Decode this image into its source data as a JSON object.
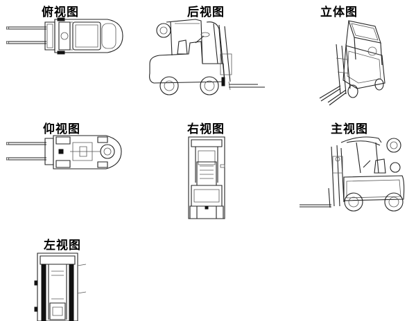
{
  "views": {
    "top": {
      "label": "俯视图"
    },
    "rear": {
      "label": "后视图"
    },
    "iso": {
      "label": "立体图"
    },
    "bottom": {
      "label": "仰视图"
    },
    "right": {
      "label": "右视图"
    },
    "front": {
      "label": "主视图"
    },
    "left": {
      "label": "左视图"
    }
  },
  "colors": {
    "line": "#222222",
    "background": "#ffffff"
  }
}
